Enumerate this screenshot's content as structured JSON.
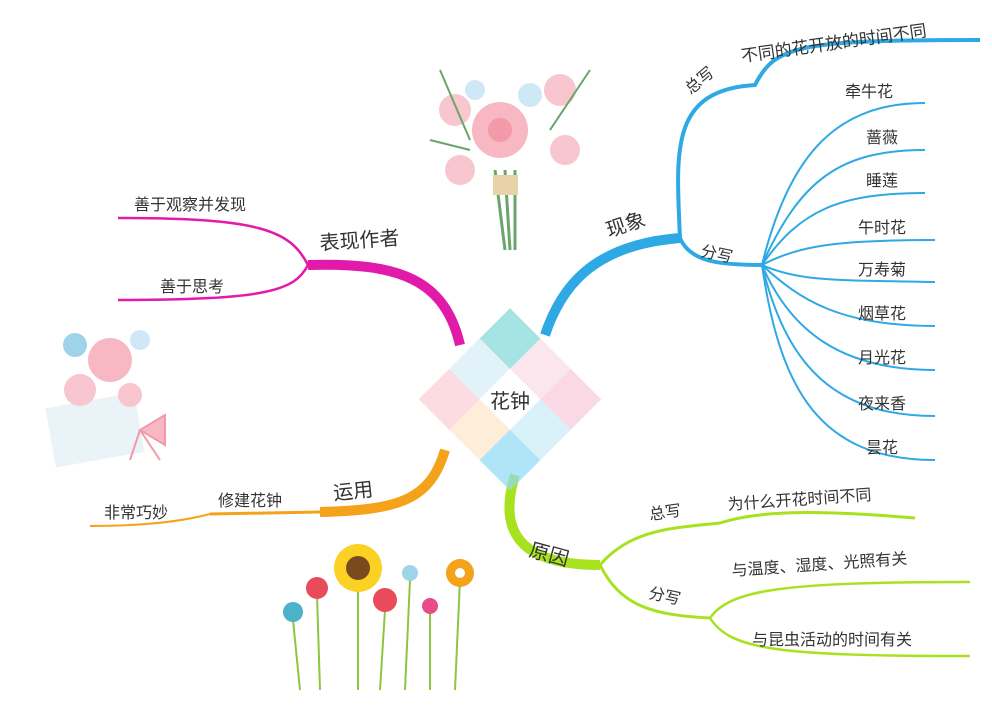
{
  "center": {
    "label": "花钟"
  },
  "colors": {
    "phenomenon": "#2ea9e4",
    "expression": "#e21aa9",
    "application": "#f5a21b",
    "reason": "#a8e21e"
  },
  "branches": {
    "phenomenon": {
      "label": "现象",
      "summary": {
        "label": "总写",
        "text": "不同的花开放的时间不同"
      },
      "detail": {
        "label": "分写",
        "items": [
          "牵牛花",
          "蔷薇",
          "睡莲",
          "午时花",
          "万寿菊",
          "烟草花",
          "月光花",
          "夜来香",
          "昙花"
        ]
      }
    },
    "expression": {
      "label": "表现作者",
      "items": [
        "善于观察并发现",
        "善于思考"
      ]
    },
    "application": {
      "label": "运用",
      "sub": "修建花钟",
      "leaf": "非常巧妙"
    },
    "reason": {
      "label": "原因",
      "summary": {
        "label": "总写",
        "text": "为什么开花时间不同"
      },
      "detail": {
        "label": "分写",
        "items": [
          "与温度、湿度、光照有关",
          "与昆虫活动的时间有关"
        ]
      }
    }
  },
  "decorations": [
    "bouquet-illustration-top",
    "bouquet-illustration-left",
    "flower-garden-illustration"
  ]
}
